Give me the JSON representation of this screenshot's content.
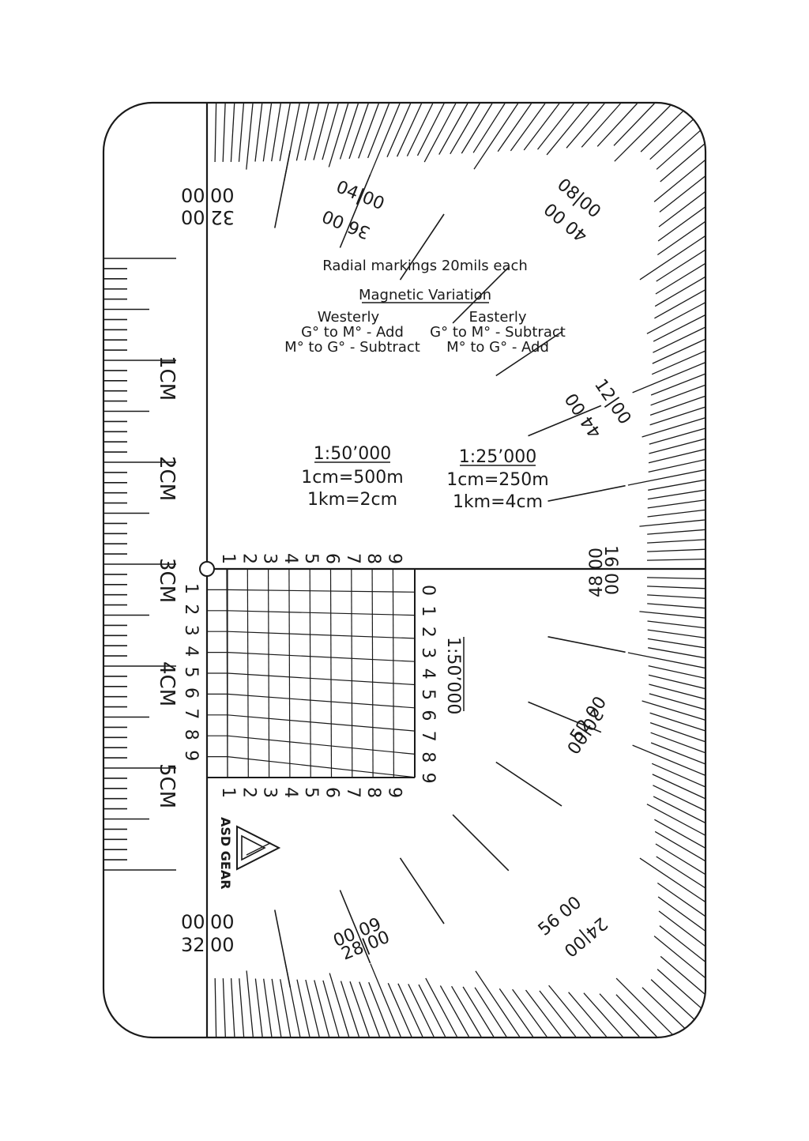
{
  "info": {
    "radial_note": "Radial markings 20mils each",
    "variation_title": "Magnetic Variation",
    "westerly": {
      "heading": "Westerly",
      "line1": "G° to M° - Add",
      "line2": "M° to G° - Subtract"
    },
    "easterly": {
      "heading": "Easterly",
      "line1": "G° to M° - Subtract",
      "line2": "M° to G° - Add"
    }
  },
  "scales": {
    "s50": {
      "title": "1:50’000",
      "line1": "1cm=500m",
      "line2": "1km=2cm"
    },
    "s25": {
      "title": "1:25’000",
      "line1": "1cm=250m",
      "line2": "1km=4cm"
    }
  },
  "ruler": {
    "labels": [
      "1CM",
      "2CM",
      "3CM",
      "4CM",
      "5CM"
    ]
  },
  "protractor": {
    "top_left": {
      "a": "00",
      "b": "00",
      "c": "00",
      "d": "32"
    },
    "bottom_left": {
      "a": "00",
      "b": "00",
      "c": "32",
      "d": "00"
    },
    "labels": [
      {
        "outer": "04|00",
        "inner": "36 00"
      },
      {
        "outer": "08|00",
        "inner": "40 00"
      },
      {
        "outer": "12|00",
        "inner": "44 00"
      },
      {
        "outer": "16 00",
        "inner": "48 00"
      },
      {
        "outer": "20|00",
        "inner": "52 00"
      },
      {
        "outer": "24|00",
        "inner": "56 00"
      },
      {
        "outer": "28|00",
        "inner": "60 00"
      }
    ]
  },
  "romer": {
    "digits": [
      "1",
      "2",
      "3",
      "4",
      "5",
      "6",
      "7",
      "8",
      "9"
    ],
    "right_digits": [
      "0",
      "1",
      "2",
      "3",
      "4",
      "5",
      "6",
      "7",
      "8",
      "9"
    ],
    "scale_label": "1:50’000"
  },
  "brand": {
    "name": "ASD GEAR"
  }
}
